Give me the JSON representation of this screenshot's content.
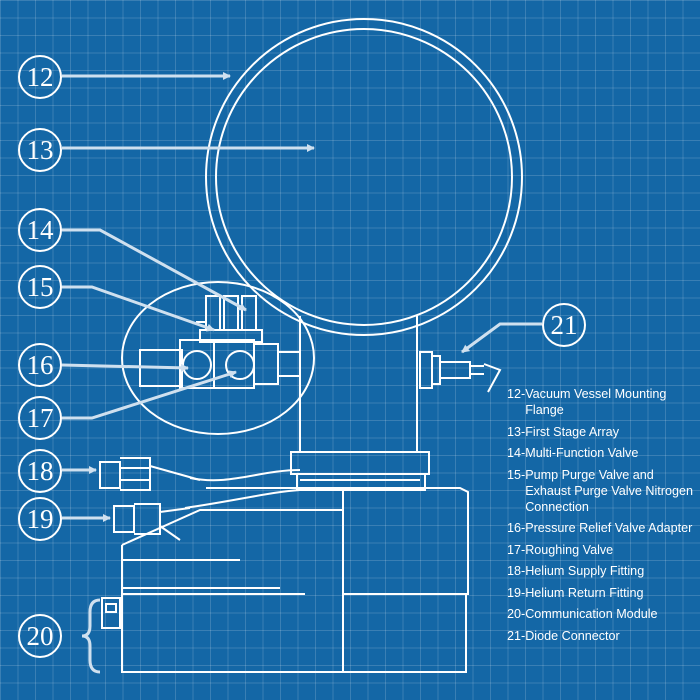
{
  "callouts": [
    "12",
    "13",
    "14",
    "15",
    "16",
    "17",
    "18",
    "19",
    "20",
    "21"
  ],
  "legend": [
    {
      "number": "12-",
      "label": "Vacuum Vessel Mounting Flange"
    },
    {
      "number": "13-",
      "label": "First Stage Array"
    },
    {
      "number": "14-",
      "label": "Multi-Function Valve"
    },
    {
      "number": "15-",
      "label": "Pump Purge Valve and Exhaust Purge Valve Nitrogen Connection"
    },
    {
      "number": "16-",
      "label": "Pressure Relief Valve Adapter"
    },
    {
      "number": "17-",
      "label": "Roughing Valve"
    },
    {
      "number": "18-",
      "label": "Helium Supply Fitting"
    },
    {
      "number": "19-",
      "label": "Helium Return Fitting"
    },
    {
      "number": "20-",
      "label": "Communication Module"
    },
    {
      "number": "21-",
      "label": "Diode Connector"
    }
  ],
  "colors": {
    "background": "#1467a6",
    "line": "#ffffff"
  }
}
